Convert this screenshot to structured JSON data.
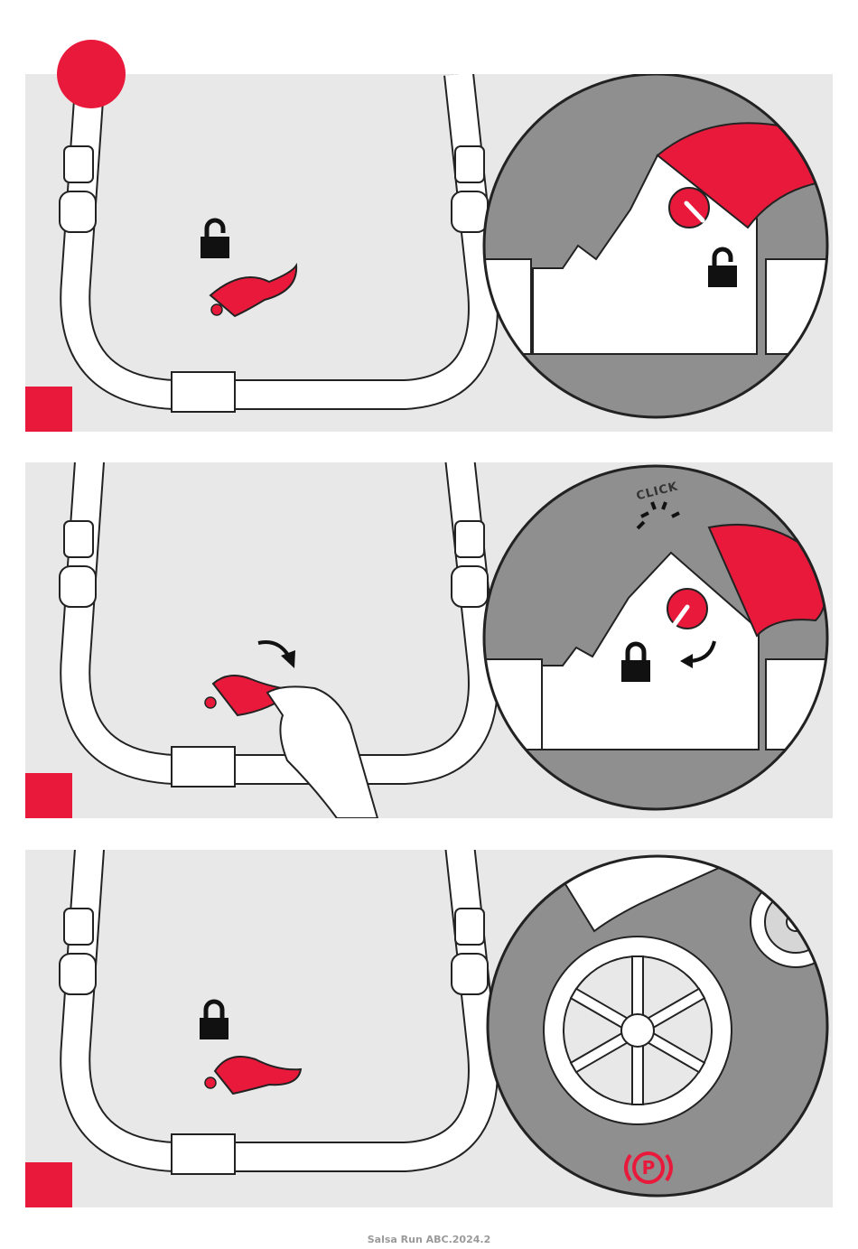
{
  "document": {
    "footer_text": "Salsa Run ABC.2024.2",
    "click_label": "CLICK",
    "parking_symbol": "P"
  },
  "colors": {
    "accent": "#e8193a",
    "panel_bg": "#e8e8e8",
    "zoom_bg": "#8f8f8f",
    "outline": "#222222"
  },
  "steps": [
    {
      "lock_state": "unlocked",
      "icons": [
        "unlocked-padlock-icon"
      ]
    },
    {
      "lock_state": "locked",
      "icons": [
        "rotate-arrow-icon",
        "locked-padlock-icon"
      ]
    },
    {
      "lock_state": "locked",
      "icons": [
        "locked-padlock-icon",
        "parking-brake-icon"
      ]
    }
  ]
}
